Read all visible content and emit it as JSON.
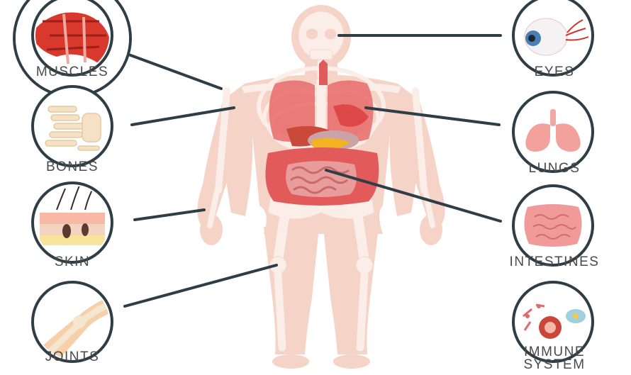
{
  "labels": {
    "muscles": "MUSCLES",
    "bones": "BONES",
    "skin": "SKIN",
    "joints": "JOINTS",
    "eyes": "EYES",
    "lungs": "LUNGS",
    "intestines": "INTESTINES",
    "immune_line1": "IMMUNE",
    "immune_line2": "SYSTEM"
  },
  "colors": {
    "body": "#f6d3c7",
    "bone": "#fbeee8",
    "organ": "#e86a6a",
    "circle_ring": "#2f3e46",
    "connector": "#2f3e46",
    "label": "#4a4a4a"
  }
}
